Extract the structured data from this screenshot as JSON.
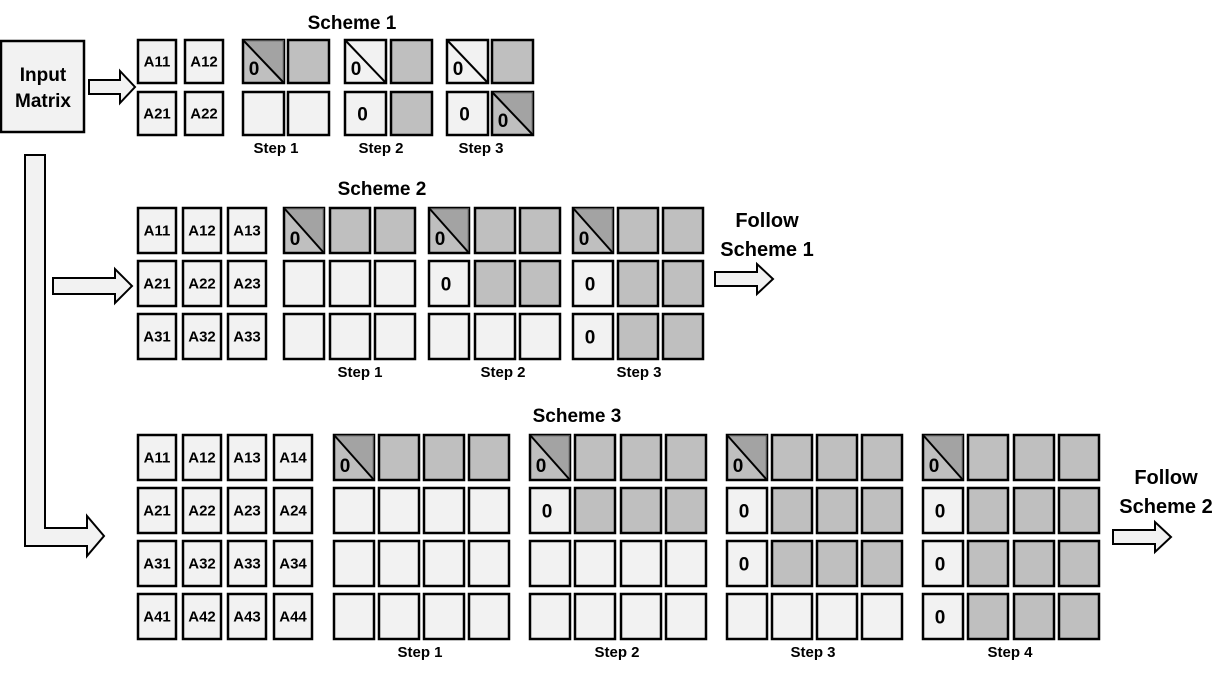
{
  "input_label": [
    "Input",
    "Matrix"
  ],
  "zero": "0",
  "schemes": [
    {
      "title": "Scheme 1",
      "input": [
        [
          "A11",
          "A12"
        ],
        [
          "A21",
          "A22"
        ]
      ],
      "steps": [
        {
          "label": "Step 1",
          "grid": [
            [
              "ZD",
              "D"
            ],
            [
              "L",
              "L"
            ]
          ]
        },
        {
          "label": "Step 2",
          "grid": [
            [
              "ZL",
              "D"
            ],
            [
              "Z",
              "D"
            ]
          ]
        },
        {
          "label": "Step 3",
          "grid": [
            [
              "ZL",
              "D"
            ],
            [
              "Z",
              "ZD"
            ]
          ]
        }
      ]
    },
    {
      "title": "Scheme 2",
      "input": [
        [
          "A11",
          "A12",
          "A13"
        ],
        [
          "A21",
          "A22",
          "A23"
        ],
        [
          "A31",
          "A32",
          "A33"
        ]
      ],
      "steps": [
        {
          "label": "Step 1",
          "grid": [
            [
              "ZD",
              "D",
              "D"
            ],
            [
              "L",
              "L",
              "L"
            ],
            [
              "L",
              "L",
              "L"
            ]
          ]
        },
        {
          "label": "Step 2",
          "grid": [
            [
              "ZD",
              "D",
              "D"
            ],
            [
              "Z",
              "D",
              "D"
            ],
            [
              "L",
              "L",
              "L"
            ]
          ]
        },
        {
          "label": "Step 3",
          "grid": [
            [
              "ZD",
              "D",
              "D"
            ],
            [
              "Z",
              "D",
              "D"
            ],
            [
              "Z",
              "D",
              "D"
            ]
          ]
        }
      ],
      "follow": [
        "Follow",
        "Scheme 1"
      ]
    },
    {
      "title": "Scheme 3",
      "input": [
        [
          "A11",
          "A12",
          "A13",
          "A14"
        ],
        [
          "A21",
          "A22",
          "A23",
          "A24"
        ],
        [
          "A31",
          "A32",
          "A33",
          "A34"
        ],
        [
          "A41",
          "A42",
          "A43",
          "A44"
        ]
      ],
      "steps": [
        {
          "label": "Step 1",
          "grid": [
            [
              "ZD",
              "D",
              "D",
              "D"
            ],
            [
              "L",
              "L",
              "L",
              "L"
            ],
            [
              "L",
              "L",
              "L",
              "L"
            ],
            [
              "L",
              "L",
              "L",
              "L"
            ]
          ]
        },
        {
          "label": "Step 2",
          "grid": [
            [
              "ZD",
              "D",
              "D",
              "D"
            ],
            [
              "Z",
              "D",
              "D",
              "D"
            ],
            [
              "L",
              "L",
              "L",
              "L"
            ],
            [
              "L",
              "L",
              "L",
              "L"
            ]
          ]
        },
        {
          "label": "Step 3",
          "grid": [
            [
              "ZD",
              "D",
              "D",
              "D"
            ],
            [
              "Z",
              "D",
              "D",
              "D"
            ],
            [
              "Z",
              "D",
              "D",
              "D"
            ],
            [
              "L",
              "L",
              "L",
              "L"
            ]
          ]
        },
        {
          "label": "Step 4",
          "grid": [
            [
              "ZD",
              "D",
              "D",
              "D"
            ],
            [
              "Z",
              "D",
              "D",
              "D"
            ],
            [
              "Z",
              "D",
              "D",
              "D"
            ],
            [
              "Z",
              "D",
              "D",
              "D"
            ]
          ]
        }
      ],
      "follow": [
        "Follow",
        "Scheme 2"
      ]
    }
  ]
}
